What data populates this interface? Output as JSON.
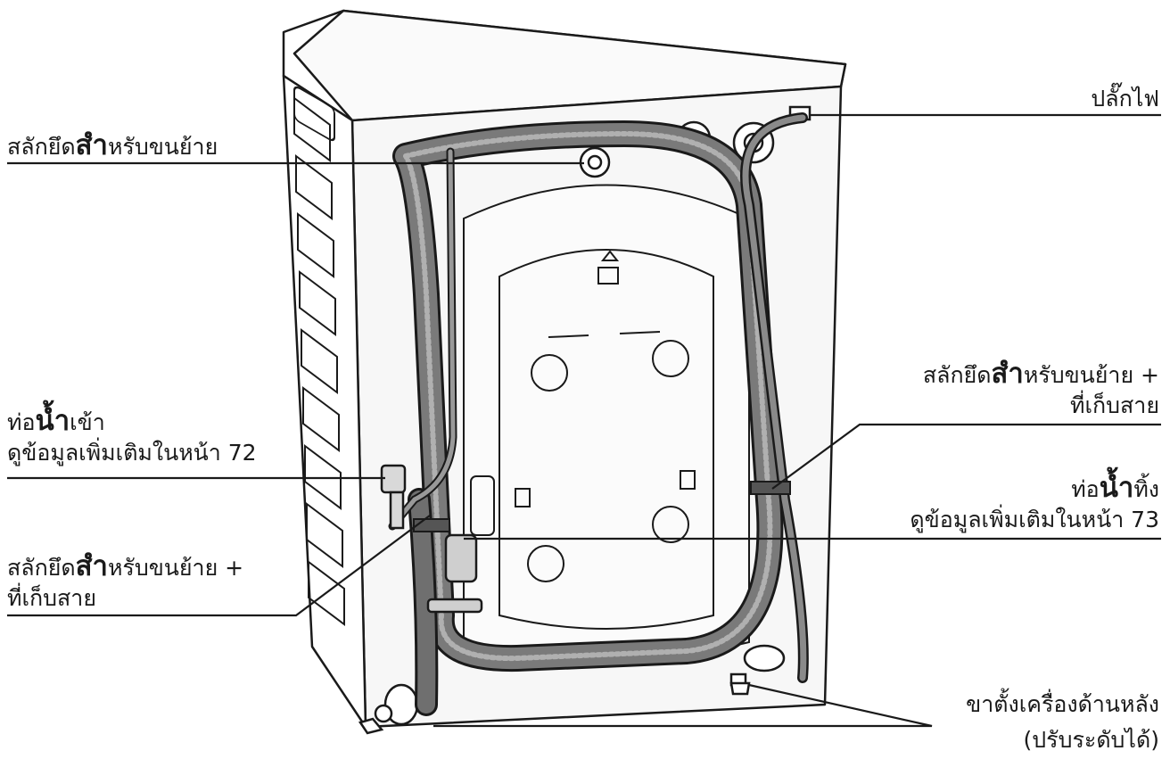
{
  "labels": {
    "power_plug": "ปลั๊กไฟ",
    "transit_bolt_top": {
      "pre": "สลักยึด",
      "bold": "สำ",
      "post": "หรับขนย้าย"
    },
    "transit_bolt_right": {
      "pre": "สลักยึด",
      "bold": "สำ",
      "post": "หรับขนย้าย +",
      "line2": "ที่เก็บสาย"
    },
    "water_inlet_hose": {
      "pre": "ท่อ",
      "bold": "น้ำ",
      "post": "เข้า",
      "line2": "ดูข้อมูลเพิ่มเติมในหน้า 72"
    },
    "drain_hose": {
      "pre": "ท่อ",
      "bold": "น้ำ",
      "post": "ทิ้ง",
      "line2": "ดูข้อมูลเพิ่มเติมในหน้า 73"
    },
    "transit_bolt_left": {
      "pre": "สลักยึด",
      "bold": "สำ",
      "post": "หรับขนย้าย +",
      "line2": "ที่เก็บสาย"
    },
    "rear_feet": {
      "line1": "ขาตั้งเครื่องด้านหลัง",
      "line2": "(ปรับระดับได้)"
    }
  },
  "colors": {
    "line": "#1a1a1a",
    "hose": "#555555",
    "panel": "#f4f4f4"
  }
}
